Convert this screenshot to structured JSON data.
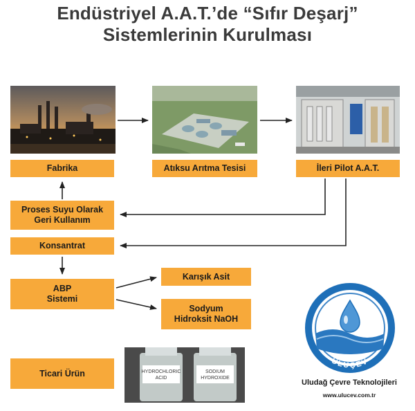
{
  "title": {
    "line1": "Endüstriyel A.A.T.’de “Sıfır Deşarj”",
    "line2": "Sistemlerinin Kurulması"
  },
  "nodes": {
    "fabrika": "Fabrika",
    "atiksu": "Atıksu Arıtma Tesisi",
    "pilot": "İleri Pilot A.A.T.",
    "proses_line1": "Proses Suyu Olarak",
    "proses_line2": "Geri Kullanım",
    "konsantrat": "Konsantrat",
    "abp_line1": "ABP",
    "abp_line2": "Sistemi",
    "karisik": "Karışık Asit",
    "sodyum_line1": "Sodyum",
    "sodyum_line2": "Hidroksit NaOH",
    "ticari": "Ticari Ürün"
  },
  "bottles": {
    "left_line1": "HYDROCHLORIC",
    "left_line2": "ACID",
    "right_line1": "SODIUM",
    "right_line2": "HYDROXIDE"
  },
  "logo": {
    "arc_text": "ULUÇEV",
    "company": "Uludağ Çevre Teknolojileri",
    "url": "www.ulucev.com.tr"
  },
  "colors": {
    "box": "#f7a93a",
    "arrow": "#222222",
    "logo_blue": "#1e6fb8"
  }
}
